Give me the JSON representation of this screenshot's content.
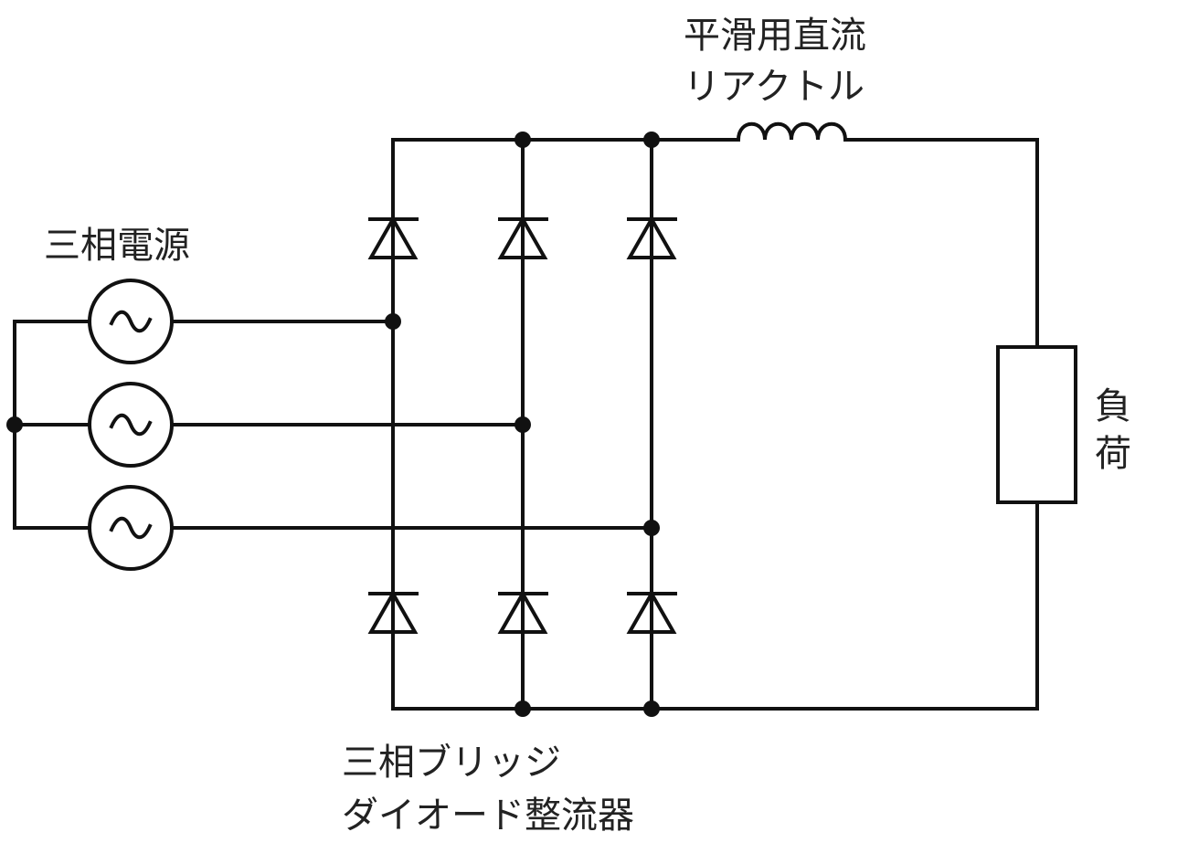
{
  "labels": {
    "reactor_line1": "平滑用直流",
    "reactor_line2": "リアクトル",
    "source": "三相電源",
    "load_line1": "負",
    "load_line2": "荷",
    "rectifier_line1": "三相ブリッジ",
    "rectifier_line2": "ダイオード整流器"
  },
  "colors": {
    "line": "#111111",
    "background": "#ffffff"
  }
}
